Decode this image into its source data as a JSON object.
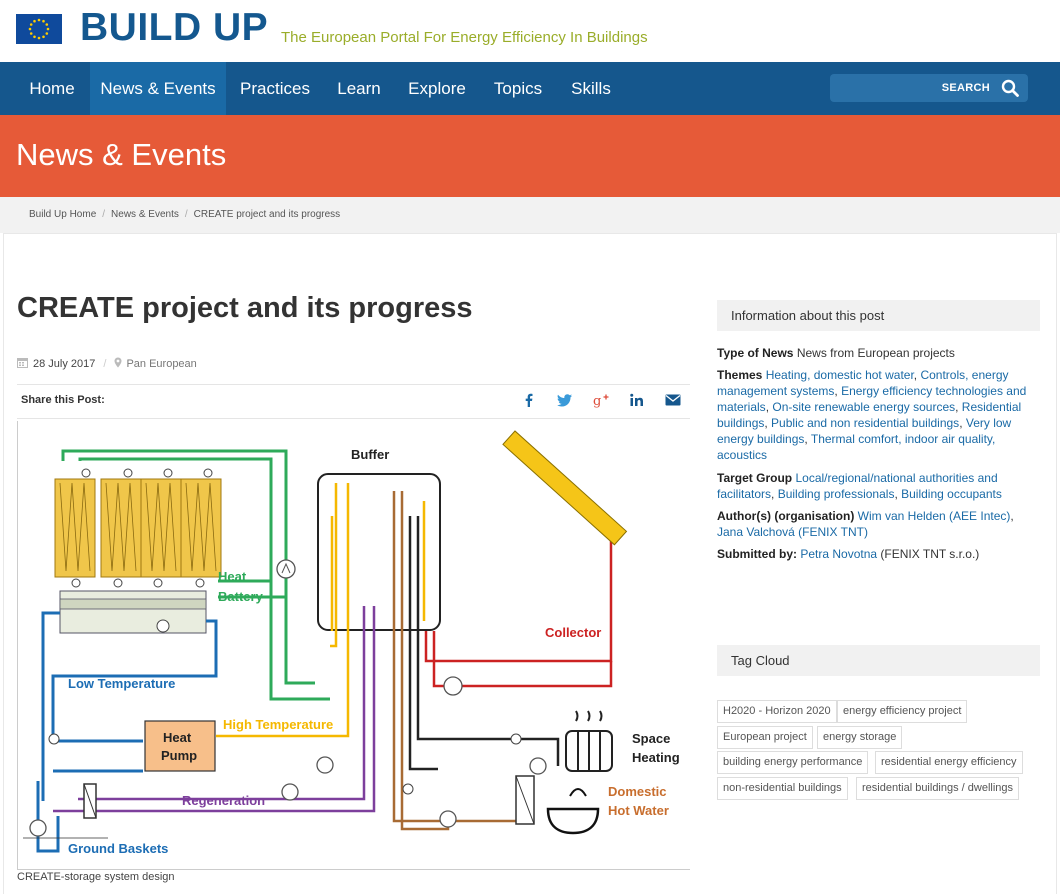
{
  "header": {
    "brand": "BUILD UP",
    "tagline": "The European Portal For Energy Efficiency In Buildings"
  },
  "nav": {
    "items": [
      {
        "label": "Home"
      },
      {
        "label": "News & Events",
        "active": true
      },
      {
        "label": "Practices"
      },
      {
        "label": "Learn"
      },
      {
        "label": "Explore"
      },
      {
        "label": "Topics"
      },
      {
        "label": "Skills"
      }
    ],
    "search_label": "SEARCH"
  },
  "banner": {
    "title": "News & Events"
  },
  "breadcrumb": [
    "Build Up Home",
    "News & Events",
    "CREATE project and its progress"
  ],
  "article": {
    "title": "CREATE project and its progress",
    "date": "28 July 2017",
    "region": "Pan European",
    "share_label": "Share this Post:",
    "share_icons": [
      "facebook-icon",
      "twitter-icon",
      "google-plus-icon",
      "linkedin-icon",
      "email-icon"
    ],
    "caption": "CREATE-storage system design",
    "diagram_labels": {
      "buffer": "Buffer",
      "collector": "Collector",
      "heat_battery_1": "Heat",
      "heat_battery_2": "Battery",
      "low_temp": "Low Temperature",
      "high_temp": "High Temperature",
      "heat_pump_1": "Heat",
      "heat_pump_2": "Pump",
      "regeneration": "Regeneration",
      "space_heating_1": "Space",
      "space_heating_2": "Heating",
      "dhw_1": "Domestic",
      "dhw_2": "Hot Water",
      "ground_baskets": "Ground Baskets"
    }
  },
  "sidebar": {
    "info_heading": "Information about this post",
    "type_label": "Type of News",
    "type_value": "News from European projects",
    "themes_label": "Themes",
    "themes": [
      "Heating, domestic hot water",
      "Controls, energy management systems",
      "Energy efficiency technologies and materials",
      "On-site renewable energy sources",
      "Residential buildings",
      "Public and non residential buildings",
      "Very low energy buildings",
      "Thermal comfort, indoor air quality, acoustics"
    ],
    "target_label": "Target Group",
    "targets": [
      "Local/regional/national authorities and facilitators",
      "Building professionals",
      "Building occupants"
    ],
    "authors_label": "Author(s) (organisation)",
    "authors": [
      "Wim van Helden (AEE Intec)",
      "Jana Valchová (FENIX TNT)"
    ],
    "submitted_label": "Submitted by:",
    "submitted_name": "Petra Novotna",
    "submitted_org": "(FENIX TNT s.r.o.)",
    "tag_heading": "Tag Cloud",
    "tags": [
      "H2020 - Horizon 2020",
      "energy efficiency project",
      "European project",
      "energy storage",
      "building energy performance",
      "residential energy efficiency",
      "non-residential buildings",
      "residential buildings / dwellings"
    ]
  },
  "colors": {
    "brand_blue": "#14588f",
    "nav_active": "#1a6aa6",
    "banner_orange": "#e65a38",
    "tagline_green": "#9aad2a",
    "link_blue": "#1a6aa6"
  }
}
